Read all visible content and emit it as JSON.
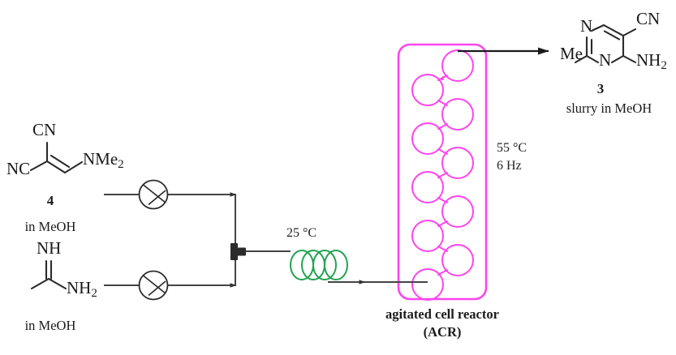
{
  "diagram": {
    "title": "continuous flow synthesis of 4-amino-2-methylpyrimidine-5-carbonitrile",
    "colors": {
      "reactor_outline": "#ff44ee",
      "coil": "#22a352",
      "line": "#444444",
      "text": "#1a1a1a"
    }
  },
  "feeds": [
    {
      "id": "feed-top",
      "compound_number": "4",
      "solvent_label": "in MeOH",
      "atom_labels": {
        "cn_top": "CN",
        "nc_left": "NC",
        "nme2": "NMe",
        "nme2_sub": "2"
      }
    },
    {
      "id": "feed-bottom",
      "compound_number": "",
      "solvent_label": "in MeOH",
      "atom_labels": {
        "nh_top": "NH",
        "nh2": "NH",
        "nh2_sub": "2"
      }
    }
  ],
  "equipment": {
    "pump_top": "pump",
    "pump_bottom": "pump",
    "tee": "t-mixer",
    "coil": {
      "label": "25 °C",
      "temperature": "25 °C"
    },
    "reactor": {
      "caption_line1": "agitated cell reactor",
      "caption_line2": "(ACR)",
      "temperature": "55 °C",
      "frequency": "6 Hz",
      "cell_count": 10
    }
  },
  "product": {
    "compound_number": "3",
    "state_label": "slurry in MeOH",
    "atom_labels": {
      "me": "Me",
      "n_ring_top": "N",
      "n_ring_bottom": "N",
      "cn": "CN",
      "nh2": "NH",
      "nh2_sub": "2"
    }
  }
}
